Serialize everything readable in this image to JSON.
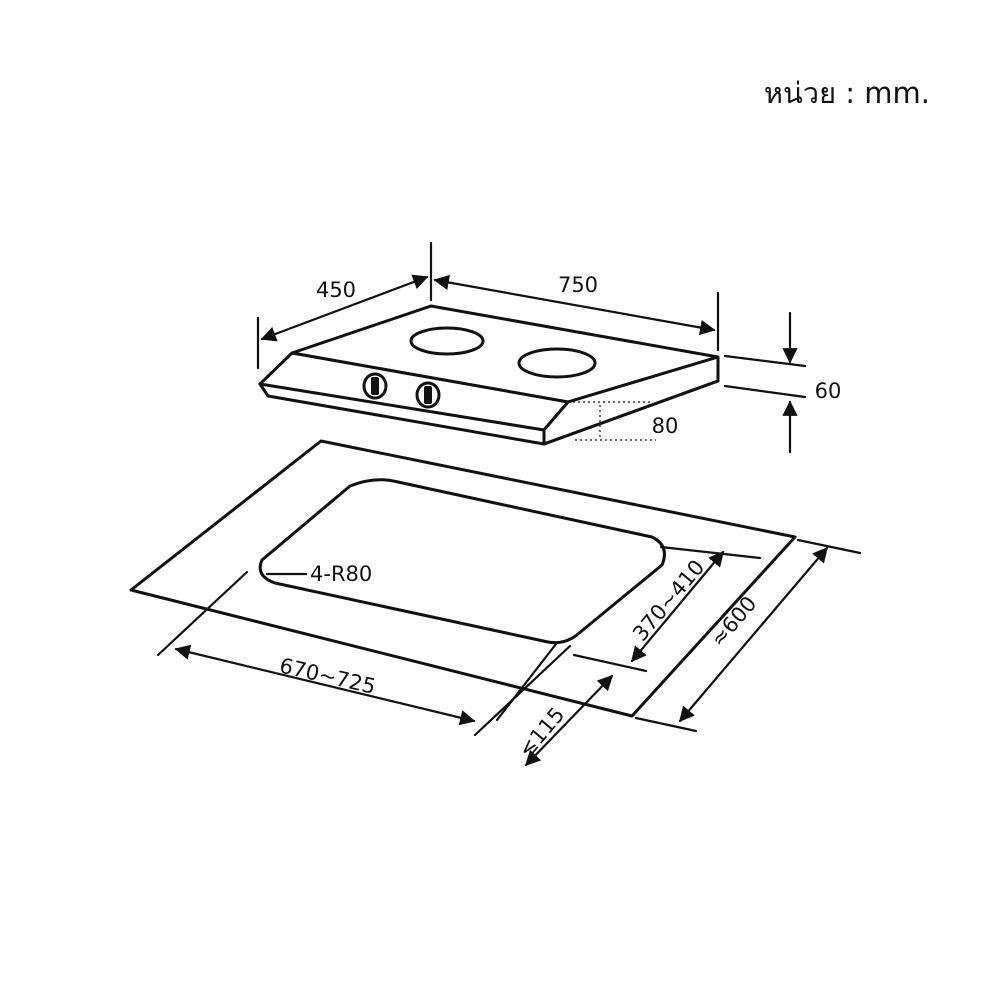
{
  "unit_label": "หน่วย : mm.",
  "dimensions": {
    "depth": "450",
    "width": "750",
    "height": "60",
    "control_panel": "80",
    "corner_radius": "4-R80",
    "cutout_width": "670~725",
    "cutout_depth": "370~410",
    "countertop_depth": "≈600",
    "edge_distance": "≤115"
  },
  "icons": {
    "knob": "knob-icon",
    "burner": "burner-icon"
  }
}
